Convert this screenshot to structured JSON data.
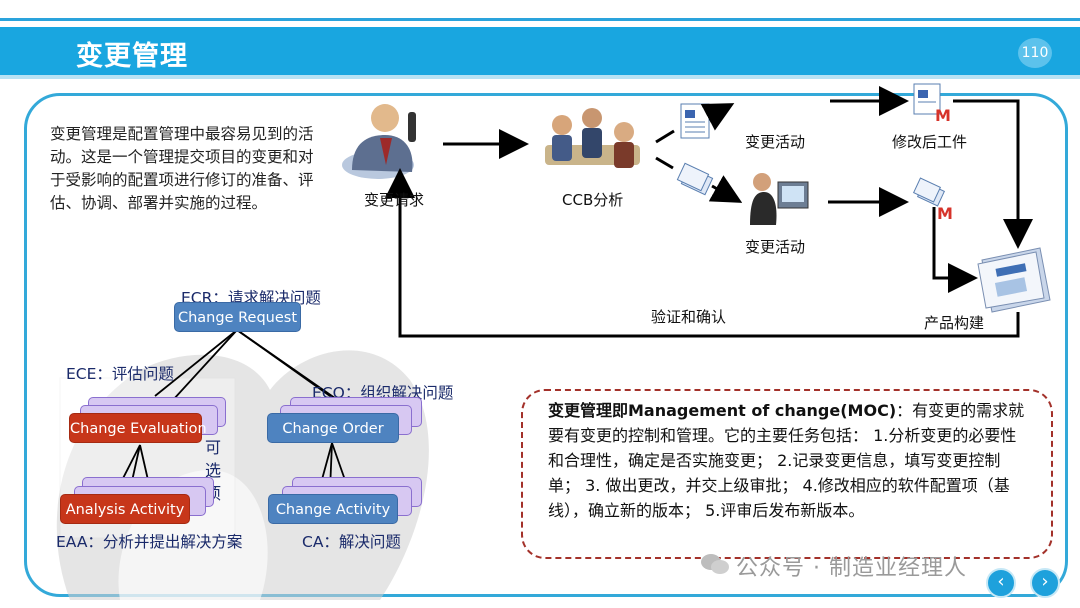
{
  "header": {
    "title": "变更管理",
    "page_number": "110"
  },
  "intro": "变更管理是配置管理中最容易见到的活动。这是一个管理提交项目的变更和对于受影响的配置项进行修订的准备、评估、协调、部署并实施的过程。",
  "flow": {
    "change_request": "变更请求",
    "ccb_analysis": "CCB分析",
    "change_activity_1": "变更活动",
    "change_activity_2": "变更活动",
    "modified_artifacts": "修改后工件",
    "product_build": "产品构建",
    "verify_confirm": "验证和确认",
    "doc_mark": "M"
  },
  "tree": {
    "ecr_label": "ECR：请求解决问题",
    "ece_label": "ECE：评估问题",
    "eco_label": "ECO：组织解决问题",
    "eaa_label": "EAA：分析并提出解决方案",
    "ca_label": "CA：解决问题",
    "optional": [
      "可",
      "选",
      "项"
    ],
    "change_request": "Change Request",
    "change_evaluation": "Change Evaluation",
    "change_order": "Change Order",
    "analysis_activity": "Analysis Activity",
    "change_activity": "Change Activity"
  },
  "moc": {
    "bold": "变更管理即Management of change(MOC)",
    "rest": "：有变更的需求就要有变更的控制和管理。它的主要任务包括： 1.分析变更的必要性和合理性，确定是否实施变更； 2.记录变更信息，填写变更控制单； 3. 做出更改，并交上级审批； 4.修改相应的软件配置项（基线），确立新的版本； 5.评审后发布新版本。"
  },
  "watermark": "公众号 · 制造业经理人",
  "nav": {
    "prev": "‹",
    "next": "›"
  },
  "colors": {
    "header": "#19a6e0",
    "frame": "#33a9d9",
    "node_blue": "#4e83c0",
    "node_red": "#c7361a",
    "moc_border": "#a3312a"
  }
}
